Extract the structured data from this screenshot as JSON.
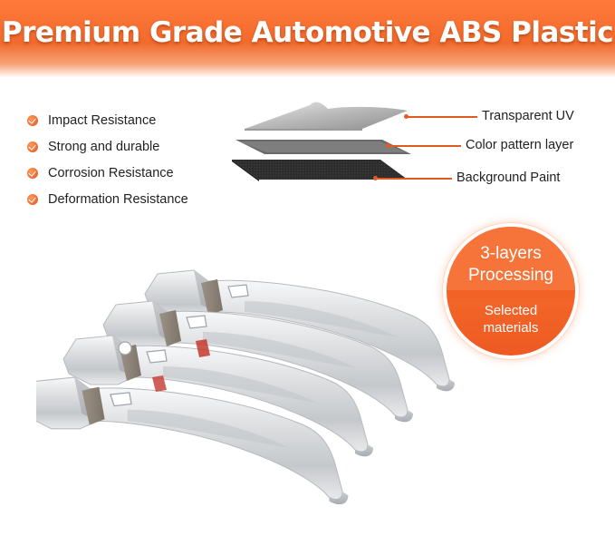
{
  "banner": {
    "title": "Premium Grade Automotive ABS Plastic",
    "color": "#f26a2c"
  },
  "features": [
    {
      "label": "Impact Resistance",
      "icon": "check-circle-icon"
    },
    {
      "label": "Strong and durable",
      "icon": "check-circle-icon"
    },
    {
      "label": "Corrosion Resistance",
      "icon": "check-circle-icon"
    },
    {
      "label": "Deformation Resistance",
      "icon": "check-circle-icon"
    }
  ],
  "layers": [
    {
      "label": "Transparent UV"
    },
    {
      "label": "Color pattern layer"
    },
    {
      "label": "Background Paint"
    }
  ],
  "badge": {
    "title_line1": "3-layers",
    "title_line2": "Processing",
    "sub_line1": "Selected",
    "sub_line2": "materials",
    "color": "#f26428"
  },
  "product": {
    "icon": "door-handle-covers-image",
    "color": "#d4d6d8"
  }
}
